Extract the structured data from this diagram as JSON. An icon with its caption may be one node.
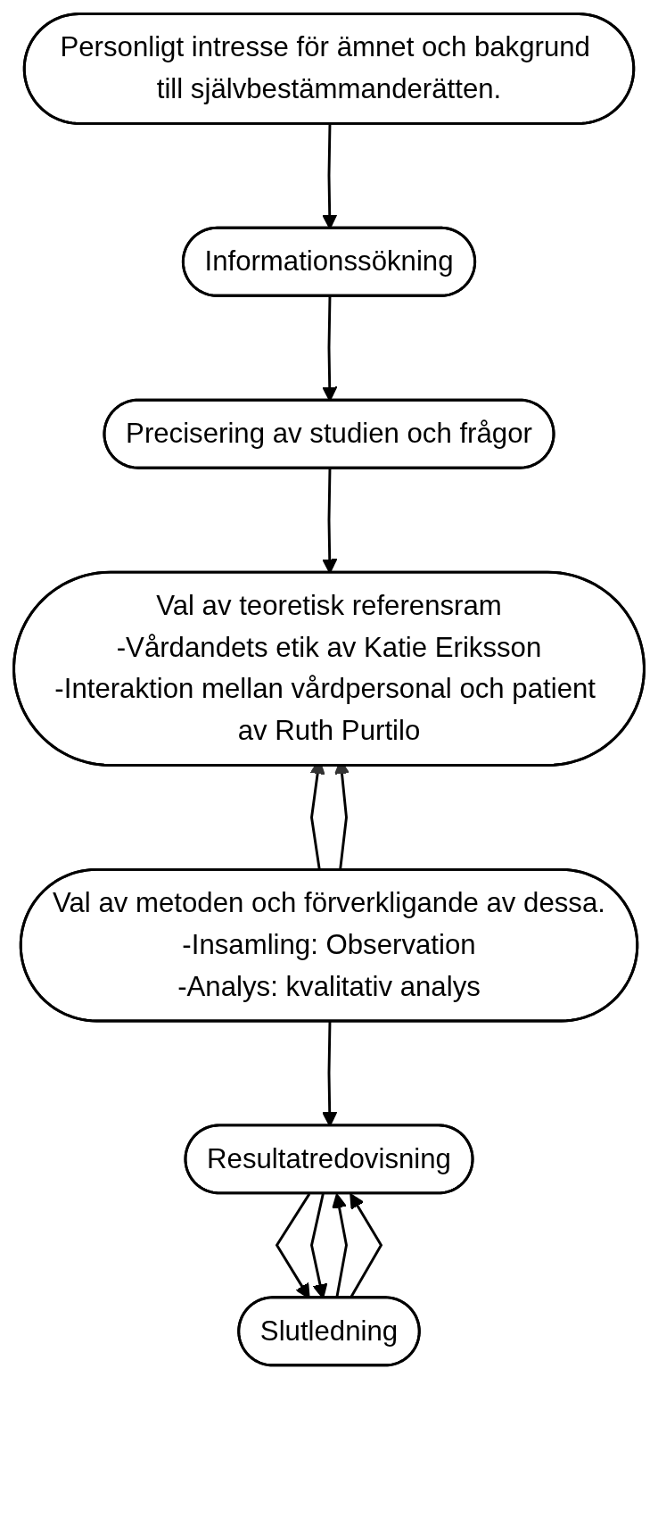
{
  "diagram": {
    "nodes": [
      {
        "text": [
          "Personligt intresse för ämnet och bakgrund till självbestämmanderätten."
        ]
      },
      {
        "text": [
          "Informationssökning"
        ]
      },
      {
        "text": [
          "Precisering av studien och frågor"
        ]
      },
      {
        "text": [
          "Val av teoretisk referensram",
          "-Vårdandets etik av Katie Eriksson",
          "-Interaktion mellan vårdpersonal och patient av Ruth Purtilo"
        ]
      },
      {
        "text": [
          "Val av metoden och förverkligande av dessa.",
          "-Insamling: Observation",
          "-Analys: kvalitativ analys"
        ]
      },
      {
        "text": [
          "Resultatredovisning"
        ]
      },
      {
        "text": [
          "Slutledning"
        ]
      }
    ],
    "edges": [
      {
        "from": 0,
        "to": 1,
        "arrow": "to"
      },
      {
        "from": 1,
        "to": 2,
        "arrow": "to"
      },
      {
        "from": 2,
        "to": 3,
        "arrow": "to"
      },
      {
        "from": 4,
        "to": 3,
        "arrow": "to"
      },
      {
        "from": 4,
        "to": 3,
        "arrow": "to"
      },
      {
        "from": 4,
        "to": 5,
        "arrow": "to"
      },
      {
        "from": 5,
        "to": 6,
        "arrow": "to"
      },
      {
        "from": 6,
        "to": 5,
        "arrow": "to"
      },
      {
        "from": 5,
        "to": 6,
        "arrow": "to"
      },
      {
        "from": 6,
        "to": 5,
        "arrow": "to"
      }
    ]
  }
}
